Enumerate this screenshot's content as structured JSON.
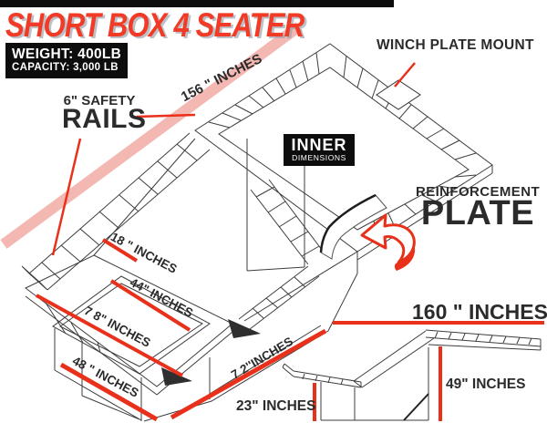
{
  "header": {
    "title": "SHORT BOX 4 SEATER",
    "weight": "WEIGHT: 400LB",
    "capacity": "CAPACITY: 3,000 LB"
  },
  "labels": {
    "deck_length": "156 \" INCHES",
    "winch_plate": "WINCH PLATE MOUNT",
    "safety_line1": "6\" SAFETY",
    "safety_line2": "RAILS",
    "inner_line1": "INNER",
    "inner_line2": "DIMENSIONS",
    "reinforcement_line1": "REINFORCEMENT",
    "reinforcement_line2": "PLATE",
    "dim_18": "18 \" INCHES",
    "dim_44": "44\" INCHES",
    "dim_78": "7 8\" INCHES",
    "dim_48": "48 \" INCHES",
    "dim_72": "7 2''INCHES",
    "dim_160": "160 \" INCHES",
    "dim_49": "49\" INCHES",
    "dim_23": "23\" INCHES"
  },
  "colors": {
    "accent_red": "#e8301a",
    "title_red": "#f23b26",
    "stripe_pink": "#f2a79f",
    "panel_black": "#0d0d0d",
    "line_gray": "#3d3d3d"
  }
}
